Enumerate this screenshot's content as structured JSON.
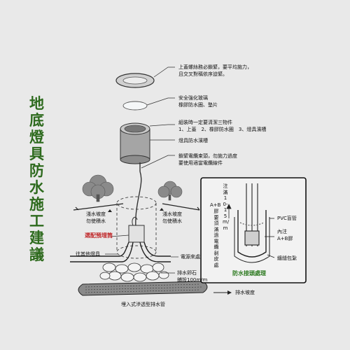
{
  "title": "地底燈具防水施工建議",
  "labels": {
    "cap_note_1": "上蓋螺絲務必鎖緊，要平均施力，",
    "cap_note_2": "且交叉對稱依序迫緊。",
    "glass_note_1": "安全強化玻璃",
    "glass_note_2": "橡膠防水圈、墊片",
    "assembly_note_1": "組裝時一定要清潔三物件",
    "assembly_note_2": "1、上蓋　2、橡膠防水圈　3、燈具濱槽",
    "housing_note": "燈具防水濱槽",
    "cable_note_1": "鎖緊電纜束頭，勿施力過度",
    "cable_note_2": "要使用適當電纜線件",
    "slope_left_1": "淺水坡度",
    "slope_left_2": "勿使積水",
    "slope_right_1": "淺水坡度",
    "slope_right_2": "勿使積水",
    "junction_box": "選配預埋筒",
    "to_other_fixture": "往其他燈具",
    "power_source": "電源來處",
    "gravel_1": "排水卵石",
    "gravel_2": "鋪設100m/m",
    "drain_slope": "排水坡度",
    "drain_pipe": "埋入式滲透型排水管",
    "inset_ab": "A+B",
    "inset_glue": "膠要須滿過電纜剝皮處",
    "inset_inject": "注滿10-15m/m",
    "inset_pvc": "PVC盲管",
    "inset_fill_1": "內注",
    "inset_fill_2": "A+B膠",
    "inset_wrap": "纏縫包紮",
    "inset_title": "防水接頭處理"
  },
  "colors": {
    "title": "#2d6a1d",
    "highlight_red": "#c0282a",
    "inset_title_green": "#2d7a20",
    "background": "#e9e9e9"
  }
}
